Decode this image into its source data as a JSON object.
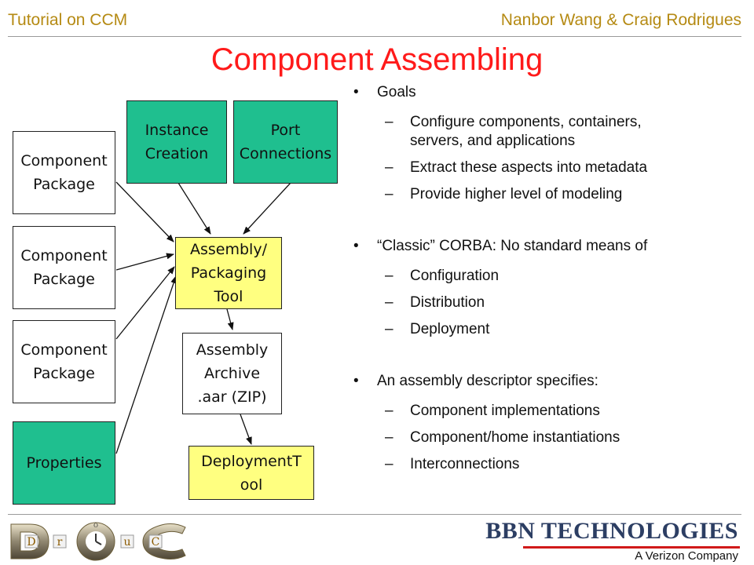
{
  "header": {
    "left": "Tutorial on CCM",
    "right": "Nanbor Wang & Craig Rodrigues"
  },
  "title": "Component Assembling",
  "diagram": {
    "component_package_1": [
      "Component",
      "Package"
    ],
    "component_package_2": [
      "Component",
      "Package"
    ],
    "component_package_3": [
      "Component",
      "Package"
    ],
    "properties": "Properties",
    "instance_creation": [
      "Instance",
      "Creation"
    ],
    "port_connections": [
      "Port",
      "Connections"
    ],
    "assembly_tool": [
      "Assembly/",
      "Packaging",
      "Tool"
    ],
    "assembly_archive": [
      "Assembly",
      "Archive",
      ".aar (ZIP)"
    ],
    "deployment_tool": [
      "DeploymentT",
      "ool"
    ]
  },
  "bullets": [
    {
      "text": "Goals",
      "subs": [
        [
          "Configure components, containers,",
          "servers, and applications"
        ],
        [
          "Extract these aspects into metadata"
        ],
        [
          "Provide higher level of modeling"
        ]
      ]
    },
    {
      "text": "“Classic” CORBA: No standard means of",
      "subs": [
        [
          "Configuration"
        ],
        [
          "Distribution"
        ],
        [
          "Deployment"
        ]
      ]
    },
    {
      "text": "An assembly descriptor specifies:",
      "subs": [
        [
          "Component implementations"
        ],
        [
          "Component/home instantiations"
        ],
        [
          "Interconnections"
        ]
      ]
    }
  ],
  "bullet_marker": "•",
  "sub_marker": "–",
  "logos": {
    "left_letters": [
      "D",
      "r",
      "O",
      "u",
      "C"
    ],
    "right_main": "BBN TECHNOLOGIES",
    "right_sub": "A Verizon Company"
  },
  "colors": {
    "header_text": "#b58a13",
    "title": "#ff1a1a",
    "green_box": "#1fbf8f",
    "yellow_box": "#ffff80"
  }
}
